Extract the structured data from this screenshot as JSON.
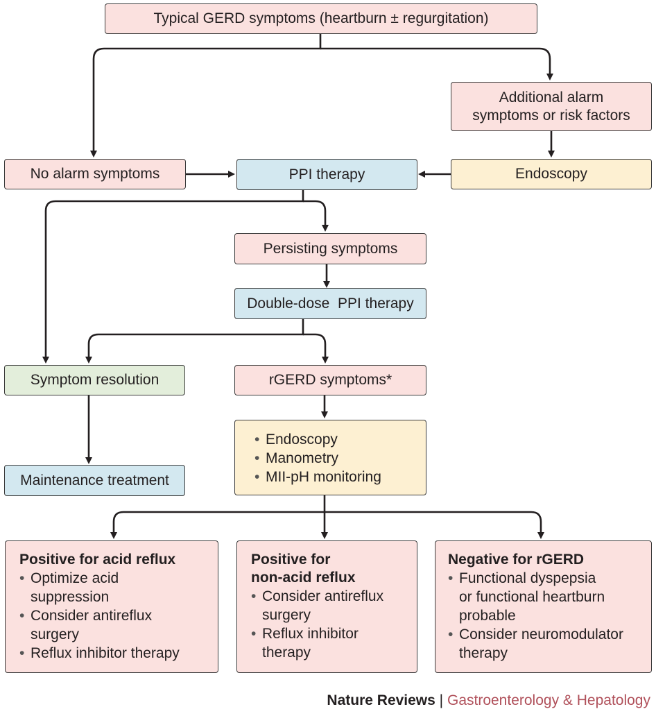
{
  "nodes": {
    "typical_gerd": "Typical GERD symptoms (heartburn ± regurgitation)",
    "alarm_line1": "Additional alarm",
    "alarm_line2": "symptoms or risk factors",
    "no_alarm": "No alarm symptoms",
    "ppi": "PPI therapy",
    "endoscopy": "Endoscopy",
    "persisting": "Persisting symptoms",
    "double_dose": "Double-dose  PPI therapy",
    "resolution": "Symptom resolution",
    "rgerd": "rGERD symptoms*",
    "maintenance": "Maintenance treatment",
    "tests": [
      "Endoscopy",
      "Manometry",
      "MII-pH monitoring"
    ]
  },
  "outcomes": [
    {
      "title_lines": [
        "Positive for acid reflux"
      ],
      "items": [
        [
          "Optimize acid",
          "suppression"
        ],
        [
          "Consider antireflux",
          "surgery"
        ],
        [
          "Reflux inhibitor therapy"
        ]
      ]
    },
    {
      "title_lines": [
        "Positive for",
        "non-acid reflux"
      ],
      "items": [
        [
          "Consider antireflux",
          "surgery"
        ],
        [
          "Reflux inhibitor",
          "therapy"
        ]
      ]
    },
    {
      "title_lines": [
        "Negative for rGERD"
      ],
      "items": [
        [
          "Functional dyspepsia",
          "or functional heartburn",
          "probable"
        ],
        [
          "Consider neuromodulator",
          "therapy"
        ]
      ]
    }
  ],
  "footer": {
    "journal": "Nature Reviews",
    "separator": "|",
    "section": "Gastroenterology & Hepatology"
  },
  "colors": {
    "symptom_box": "#fbe1df",
    "therapy_box": "#d3e8f0",
    "diagnostic_box": "#fdf0d2",
    "resolution_box": "#e3eedb",
    "footer_accent": "#b0505a"
  }
}
